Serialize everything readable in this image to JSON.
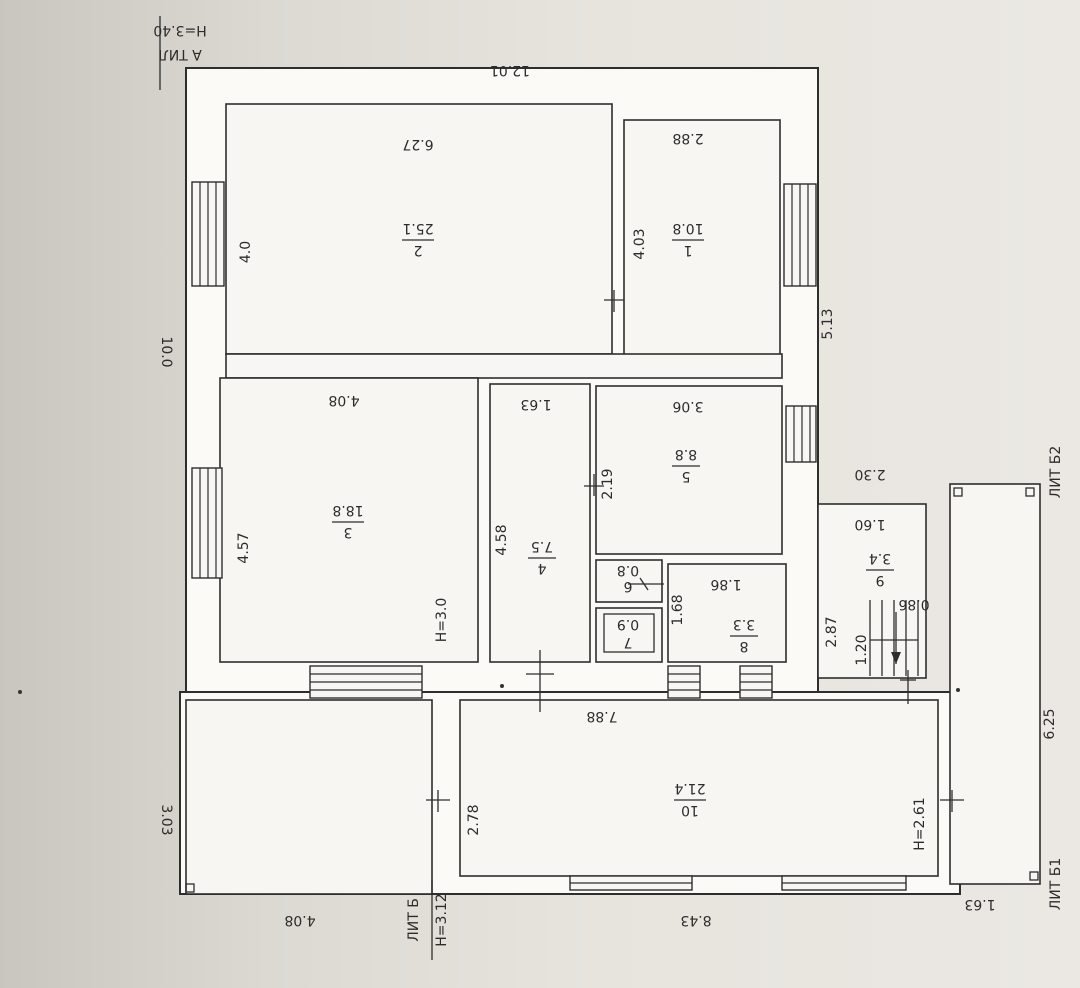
{
  "section_labels": {
    "a_line1": "А ТИЛ",
    "a_line2": "H=3.40",
    "b_top_line1": "ЛИТ Б2",
    "b_mid_line1": "ЛИТ Б",
    "b_mid_line2": "H=3.12",
    "b_bottom_line1": "ЛИТ Б1"
  },
  "dimensions": {
    "top_total": "12.01",
    "left_a": "10.0",
    "left_b": "3.03",
    "bottom_b": "8.43",
    "bottom_left": "4.08",
    "right_b": "6.25",
    "right_mid": "2.30",
    "right_a": "5.13",
    "bottom_corner": "1.63"
  },
  "rooms": [
    {
      "num": "1",
      "area": "10.8",
      "w": "4.03",
      "h": "2.88"
    },
    {
      "num": "2",
      "area": "25.1",
      "w": "4.0",
      "h": "6.27"
    },
    {
      "num": "3",
      "area": "18.8",
      "w": "4.57",
      "h": "4.08"
    },
    {
      "num": "4",
      "area": "7.5",
      "w": "4.58",
      "h": "1.63"
    },
    {
      "num": "5",
      "area": "8.8",
      "w": "2.19",
      "h": "3.06"
    },
    {
      "num": "6",
      "area": "0.8"
    },
    {
      "num": "7",
      "area": "0.9"
    },
    {
      "num": "8",
      "area": "3.3",
      "w": "1.68",
      "h": "1.86"
    },
    {
      "num": "9",
      "area": "3.4",
      "w": "2.87",
      "h": "1.60",
      "extra": "0.86",
      "stair": "1.20"
    },
    {
      "num": "10",
      "area": "21.4",
      "w": "2.78",
      "h": "7.88",
      "height_label": "H=2.61"
    }
  ],
  "room3_height": "H=3.0"
}
